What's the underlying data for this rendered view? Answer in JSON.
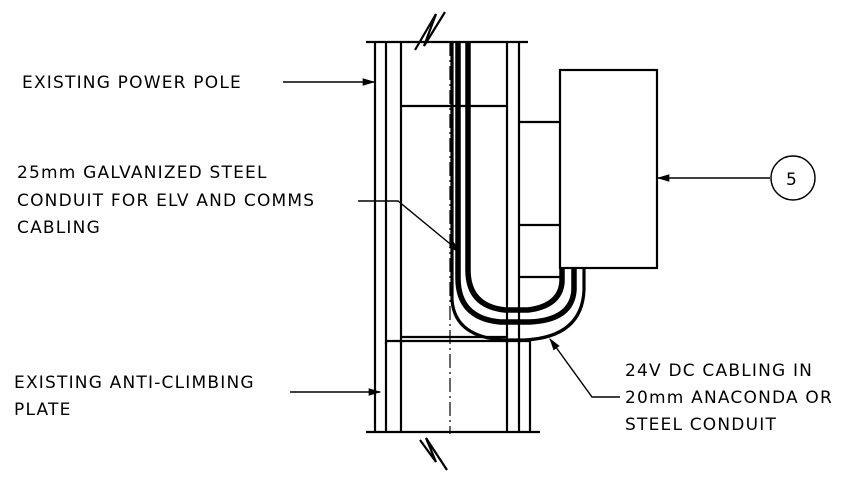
{
  "labels": {
    "power_pole": "EXISTING POWER POLE",
    "conduit": [
      "25mm GALVANIZED STEEL",
      "CONDUIT FOR ELV AND COMMS",
      "CABLING"
    ],
    "plate": [
      "EXISTING ANTI-CLIMBING",
      "PLATE"
    ],
    "dc_cabling": [
      "24V DC CABLING IN",
      "20mm ANACONDA OR",
      "STEEL CONDUIT"
    ],
    "callout_number": "5"
  }
}
